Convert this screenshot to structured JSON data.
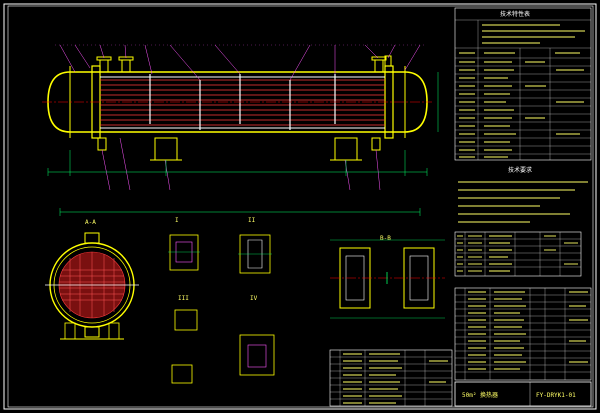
{
  "drawing": {
    "title_block_code": "FY-DRYK1-01",
    "title_block_name": "50m² 换热器",
    "colors": {
      "background": "#000000",
      "frame": "#ffffff",
      "shell": "#ffff00",
      "tubes": "#ff3b3b",
      "baffles": "#ffffff",
      "dimension": "#00ff66",
      "leader": "#ff55ff",
      "centerline": "#ff0000",
      "text": "#ffff66"
    },
    "section_labels": {
      "section_a": "A-A",
      "section_b": "B-B",
      "view_i": "I",
      "view_ii": "II",
      "view_iii": "III",
      "view_iv": "IV"
    },
    "top_table_title": "技术特性表",
    "tech_req_title": "技术要求",
    "parts_table_title": "明细表"
  }
}
